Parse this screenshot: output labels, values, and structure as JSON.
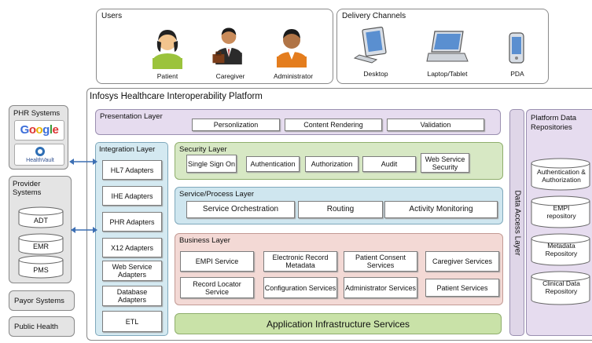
{
  "users": {
    "title": "Users",
    "items": [
      {
        "label": "Patient",
        "icon": "patient-icon"
      },
      {
        "label": "Caregiver",
        "icon": "caregiver-icon"
      },
      {
        "label": "Administrator",
        "icon": "administrator-icon"
      }
    ]
  },
  "delivery": {
    "title": "Delivery Channels",
    "items": [
      {
        "label": "Desktop",
        "icon": "desktop-icon"
      },
      {
        "label": "Laptop/Tablet",
        "icon": "laptop-icon"
      },
      {
        "label": "PDA",
        "icon": "pda-icon"
      }
    ]
  },
  "platform": {
    "title": "Infosys Healthcare Interoperability Platform",
    "presentation": {
      "title": "Presentation Layer",
      "items": [
        "Personlization",
        "Content Rendering",
        "Validation"
      ]
    },
    "integration": {
      "title": "Integration Layer",
      "items": [
        "HL7 Adapters",
        "IHE Adapters",
        "PHR Adapters",
        "X12 Adapters",
        "Web Service Adapters",
        "Database Adapters",
        "ETL"
      ]
    },
    "security": {
      "title": "Security Layer",
      "items": [
        "Single Sign On",
        "Authentication",
        "Authorization",
        "Audit",
        "Web Service Security"
      ]
    },
    "service": {
      "title": "Service/Process Layer",
      "items": [
        "Service Orchestration",
        "Routing",
        "Activity Monitoring"
      ]
    },
    "business": {
      "title": "Business Layer",
      "items": [
        "EMPI Service",
        "Electronic Record Metadata",
        "Patient Consent Services",
        "Caregiver Services",
        "Record Locator Service",
        "Configuration Services",
        "Administrator Services",
        "Patient Services"
      ]
    },
    "infrastructure": "Application Infrastructure Services",
    "data_access": "Data Access Layer",
    "repositories": {
      "title": "Platform Data Repositories",
      "items": [
        "Authentication & Authorization",
        "EMPI repository",
        "Metadata Repository",
        "Clinical Data Repository"
      ]
    }
  },
  "left": {
    "phr": {
      "title": "PHR Systems",
      "logos": [
        "Google Health",
        "HealthVault"
      ]
    },
    "provider": {
      "title": "Provider Systems",
      "items": [
        "ADT",
        "EMR",
        "PMS"
      ]
    },
    "payor": "Payor Systems",
    "public_health": "Public Health"
  },
  "colors": {
    "presentation": "#e6dcef",
    "integration": "#d4e9f1",
    "security": "#d7e8c4",
    "service": "#cfe6ef",
    "business": "#f3d9d5",
    "infrastructure": "#c9e2a8",
    "data_access": "#dfd6e8",
    "repositories": "#e6dcef",
    "left_panel": "#e4e4e4",
    "arrow": "#3c6fb4"
  }
}
